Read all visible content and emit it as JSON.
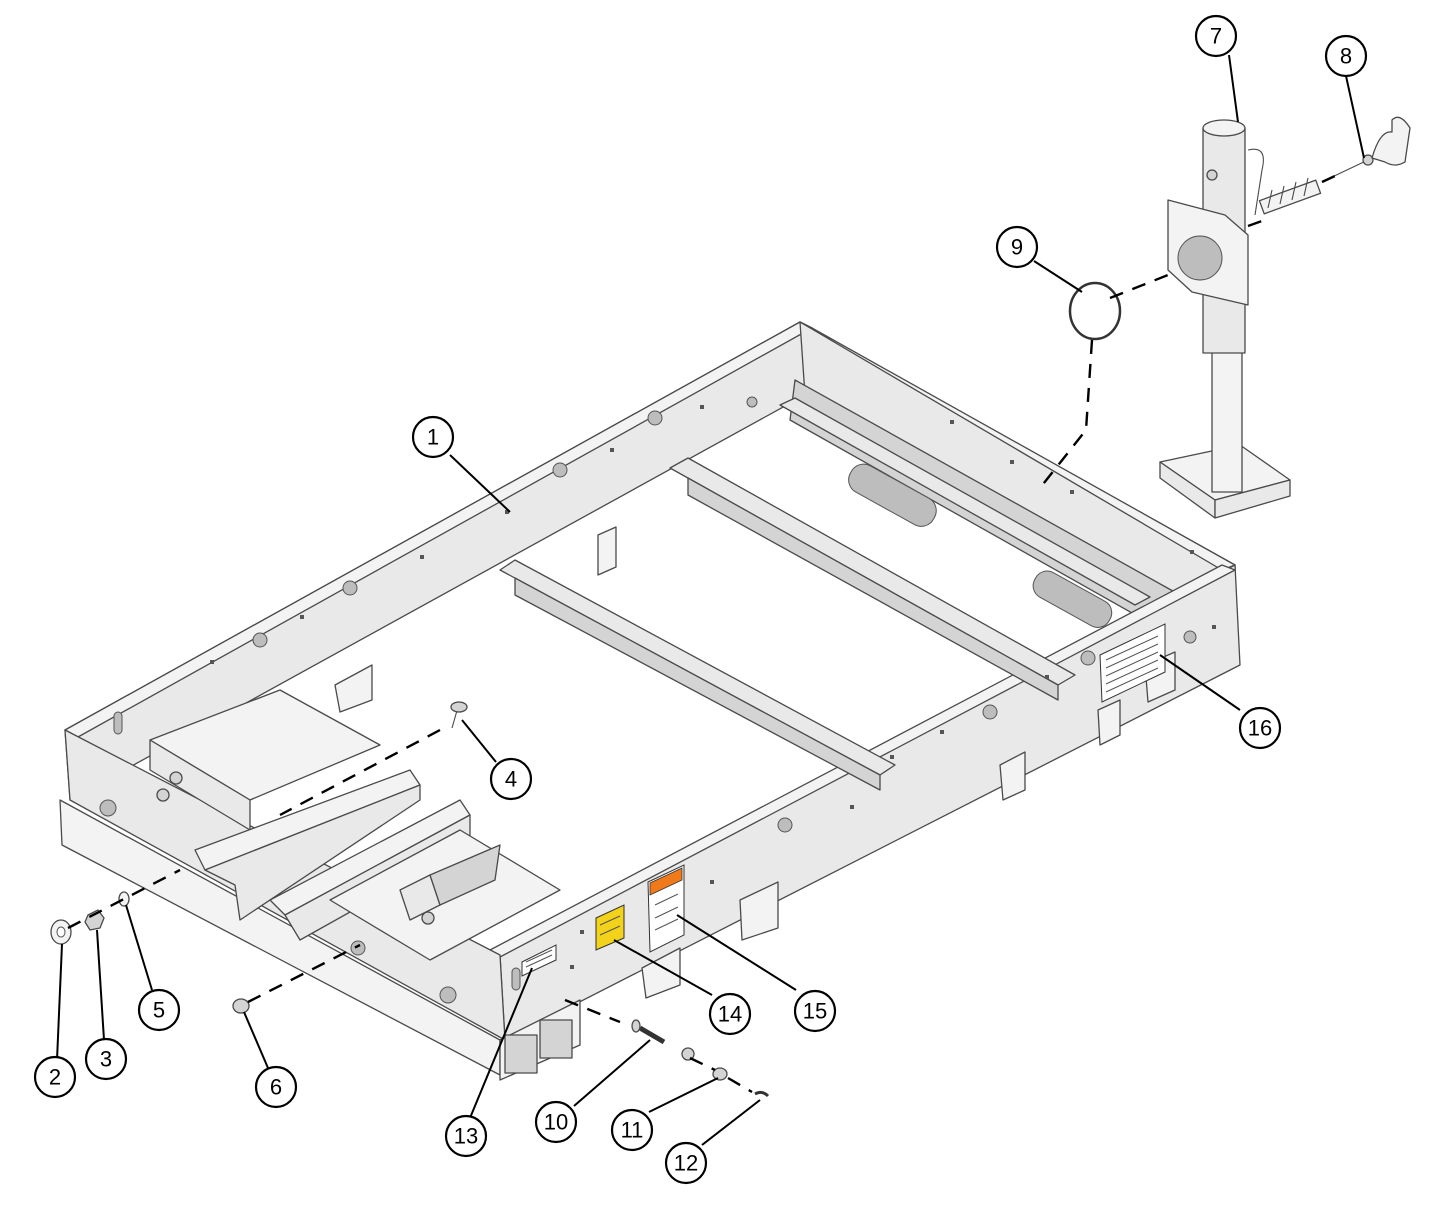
{
  "callouts": [
    {
      "id": "1",
      "label": "1"
    },
    {
      "id": "2",
      "label": "2"
    },
    {
      "id": "3",
      "label": "3"
    },
    {
      "id": "4",
      "label": "4"
    },
    {
      "id": "5",
      "label": "5"
    },
    {
      "id": "6",
      "label": "6"
    },
    {
      "id": "7",
      "label": "7"
    },
    {
      "id": "8",
      "label": "8"
    },
    {
      "id": "9",
      "label": "9"
    },
    {
      "id": "10",
      "label": "10"
    },
    {
      "id": "11",
      "label": "11"
    },
    {
      "id": "12",
      "label": "12"
    },
    {
      "id": "13",
      "label": "13"
    },
    {
      "id": "14",
      "label": "14"
    },
    {
      "id": "15",
      "label": "15"
    },
    {
      "id": "16",
      "label": "16"
    }
  ],
  "colors": {
    "line": "#000000",
    "metal": "#e9e9e9",
    "decal_yellow": "#f2d21b",
    "decal_orange": "#f07a1a"
  }
}
